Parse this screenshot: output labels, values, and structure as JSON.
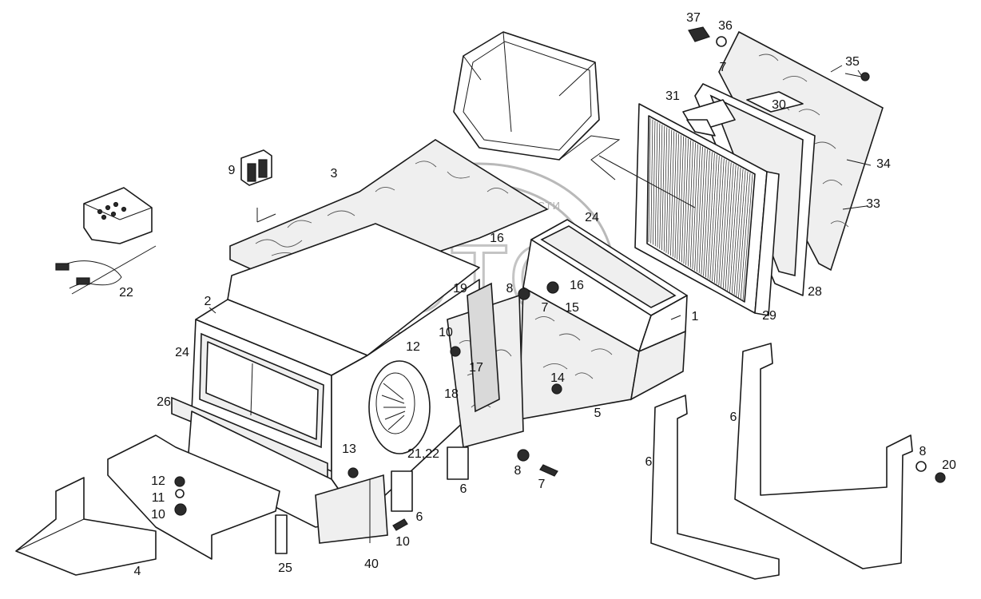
{
  "watermark": {
    "logo_text": "ЭТС",
    "caption": "ТЕХНИКА И ЗАПЧАСТИ"
  },
  "callouts": [
    "1",
    "2",
    "3",
    "4",
    "5",
    "6",
    "6",
    "6",
    "6",
    "6",
    "7",
    "7",
    "7",
    "8",
    "8",
    "8",
    "9",
    "10",
    "10",
    "10",
    "11",
    "12",
    "12",
    "13",
    "14",
    "15",
    "16",
    "16",
    "17",
    "18",
    "19",
    "20",
    "21,22",
    "22",
    "24",
    "24",
    "25",
    "26",
    "28",
    "29",
    "30",
    "31",
    "33",
    "34",
    "35",
    "36",
    "37",
    "40"
  ]
}
